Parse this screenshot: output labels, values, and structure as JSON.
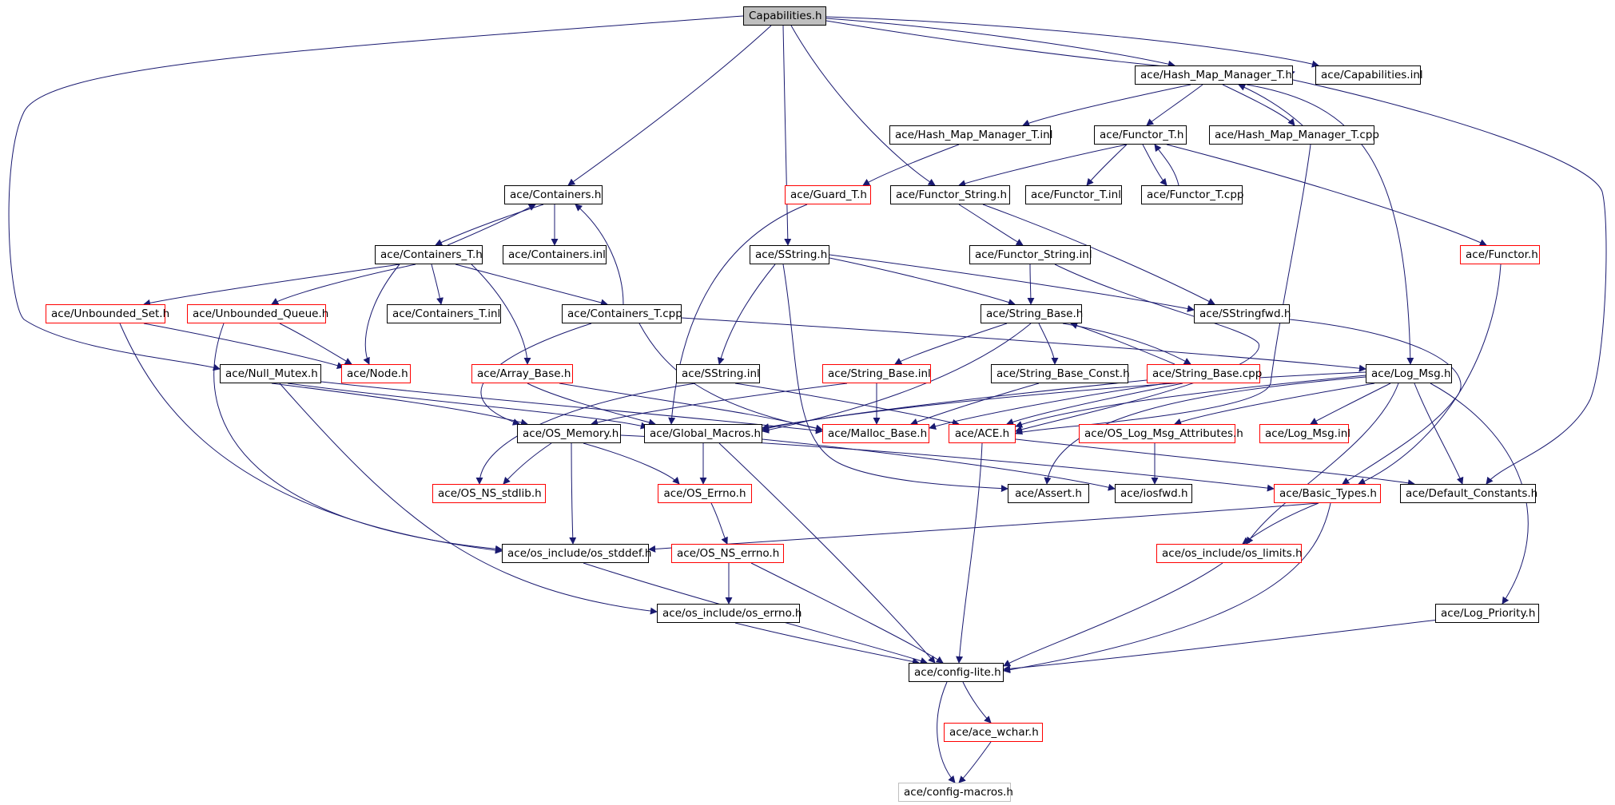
{
  "colors": {
    "edge": "#191970",
    "border_default": "#000000",
    "border_red": "#ff0000",
    "border_gray": "#bfbfbf",
    "root_fill": "#bfbfbf"
  },
  "nodes": [
    {
      "id": "capabilities_h",
      "label": "Capabilities.h",
      "style": "root"
    },
    {
      "id": "hash_map_manager_t_h",
      "label": "ace/Hash_Map_Manager_T.h",
      "style": "black"
    },
    {
      "id": "capabilities_inl",
      "label": "ace/Capabilities.inl",
      "style": "black"
    },
    {
      "id": "hash_map_manager_t_inl",
      "label": "ace/Hash_Map_Manager_T.inl",
      "style": "black"
    },
    {
      "id": "functor_t_h",
      "label": "ace/Functor_T.h",
      "style": "black"
    },
    {
      "id": "hash_map_manager_t_cpp",
      "label": "ace/Hash_Map_Manager_T.cpp",
      "style": "black"
    },
    {
      "id": "containers_h",
      "label": "ace/Containers.h",
      "style": "black"
    },
    {
      "id": "guard_t_h",
      "label": "ace/Guard_T.h",
      "style": "red"
    },
    {
      "id": "functor_string_h",
      "label": "ace/Functor_String.h",
      "style": "black"
    },
    {
      "id": "functor_t_inl",
      "label": "ace/Functor_T.inl",
      "style": "black"
    },
    {
      "id": "functor_t_cpp",
      "label": "ace/Functor_T.cpp",
      "style": "black"
    },
    {
      "id": "containers_t_h",
      "label": "ace/Containers_T.h",
      "style": "black"
    },
    {
      "id": "containers_inl",
      "label": "ace/Containers.inl",
      "style": "black"
    },
    {
      "id": "sstring_h",
      "label": "ace/SString.h",
      "style": "black"
    },
    {
      "id": "functor_string_inl",
      "label": "ace/Functor_String.inl",
      "style": "black"
    },
    {
      "id": "functor_h",
      "label": "ace/Functor.h",
      "style": "red"
    },
    {
      "id": "unbounded_set_h",
      "label": "ace/Unbounded_Set.h",
      "style": "red"
    },
    {
      "id": "unbounded_queue_h",
      "label": "ace/Unbounded_Queue.h",
      "style": "red"
    },
    {
      "id": "containers_t_inl",
      "label": "ace/Containers_T.inl",
      "style": "black"
    },
    {
      "id": "containers_t_cpp",
      "label": "ace/Containers_T.cpp",
      "style": "black"
    },
    {
      "id": "string_base_h",
      "label": "ace/String_Base.h",
      "style": "black"
    },
    {
      "id": "sstringfwd_h",
      "label": "ace/SStringfwd.h",
      "style": "black"
    },
    {
      "id": "null_mutex_h",
      "label": "ace/Null_Mutex.h",
      "style": "black"
    },
    {
      "id": "node_h",
      "label": "ace/Node.h",
      "style": "red"
    },
    {
      "id": "array_base_h",
      "label": "ace/Array_Base.h",
      "style": "red"
    },
    {
      "id": "sstring_inl",
      "label": "ace/SString.inl",
      "style": "black"
    },
    {
      "id": "string_base_inl",
      "label": "ace/String_Base.inl",
      "style": "red"
    },
    {
      "id": "string_base_const_h",
      "label": "ace/String_Base_Const.h",
      "style": "black"
    },
    {
      "id": "string_base_cpp",
      "label": "ace/String_Base.cpp",
      "style": "red"
    },
    {
      "id": "log_msg_h",
      "label": "ace/Log_Msg.h",
      "style": "black"
    },
    {
      "id": "os_memory_h",
      "label": "ace/OS_Memory.h",
      "style": "black"
    },
    {
      "id": "global_macros_h",
      "label": "ace/Global_Macros.h",
      "style": "black"
    },
    {
      "id": "malloc_base_h",
      "label": "ace/Malloc_Base.h",
      "style": "red"
    },
    {
      "id": "ace_h",
      "label": "ace/ACE.h",
      "style": "red"
    },
    {
      "id": "os_log_msg_attributes_h",
      "label": "ace/OS_Log_Msg_Attributes.h",
      "style": "red"
    },
    {
      "id": "log_msg_inl",
      "label": "ace/Log_Msg.inl",
      "style": "red"
    },
    {
      "id": "os_ns_stdlib_h",
      "label": "ace/OS_NS_stdlib.h",
      "style": "red"
    },
    {
      "id": "os_errno_h",
      "label": "ace/OS_Errno.h",
      "style": "red"
    },
    {
      "id": "assert_h",
      "label": "ace/Assert.h",
      "style": "black"
    },
    {
      "id": "iosfwd_h",
      "label": "ace/iosfwd.h",
      "style": "black"
    },
    {
      "id": "basic_types_h",
      "label": "ace/Basic_Types.h",
      "style": "red"
    },
    {
      "id": "default_constants_h",
      "label": "ace/Default_Constants.h",
      "style": "black"
    },
    {
      "id": "os_stddef_h",
      "label": "ace/os_include/os_stddef.h",
      "style": "black"
    },
    {
      "id": "os_ns_errno_h",
      "label": "ace/OS_NS_errno.h",
      "style": "red"
    },
    {
      "id": "os_limits_h",
      "label": "ace/os_include/os_limits.h",
      "style": "red"
    },
    {
      "id": "os_errno_inc_h",
      "label": "ace/os_include/os_errno.h",
      "style": "black"
    },
    {
      "id": "log_priority_h",
      "label": "ace/Log_Priority.h",
      "style": "black"
    },
    {
      "id": "config_lite_h",
      "label": "ace/config-lite.h",
      "style": "black"
    },
    {
      "id": "ace_wchar_h",
      "label": "ace/ace_wchar.h",
      "style": "red"
    },
    {
      "id": "config_macros_h",
      "label": "ace/config-macros.h",
      "style": "gray"
    }
  ]
}
